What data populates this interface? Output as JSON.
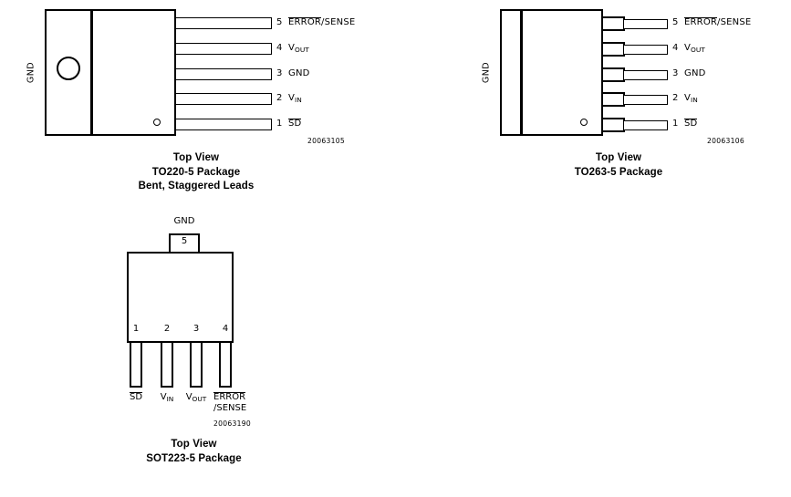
{
  "packages": [
    {
      "id": "to220-5",
      "heat_tab_label": "GND",
      "doc_number": "20063105",
      "caption_lines": [
        "Top View",
        "TO220-5 Package",
        "Bent, Staggered Leads"
      ],
      "pins": [
        {
          "number": "5",
          "name": "ERROR/SENSE",
          "overline_part": "ERROR",
          "plain_part": "/SENSE"
        },
        {
          "number": "4",
          "name": "VOUT",
          "base": "V",
          "subscript": "OUT"
        },
        {
          "number": "3",
          "name": "GND"
        },
        {
          "number": "2",
          "name": "VIN",
          "base": "V",
          "subscript": "IN"
        },
        {
          "number": "1",
          "name": "SD",
          "overline_part": "SD"
        }
      ]
    },
    {
      "id": "to263-5",
      "heat_tab_label": "GND",
      "doc_number": "20063106",
      "caption_lines": [
        "Top View",
        "TO263-5 Package"
      ],
      "pins": [
        {
          "number": "5",
          "name": "ERROR/SENSE",
          "overline_part": "ERROR",
          "plain_part": "/SENSE"
        },
        {
          "number": "4",
          "name": "VOUT",
          "base": "V",
          "subscript": "OUT"
        },
        {
          "number": "3",
          "name": "GND"
        },
        {
          "number": "2",
          "name": "VIN",
          "base": "V",
          "subscript": "IN"
        },
        {
          "number": "1",
          "name": "SD",
          "overline_part": "SD"
        }
      ]
    },
    {
      "id": "sot223-5",
      "tab_label": "GND",
      "tab_number": "5",
      "doc_number": "20063190",
      "caption_lines": [
        "Top View",
        "SOT223-5 Package"
      ],
      "bottom_pins": [
        {
          "number": "1",
          "name": "SD",
          "overline_part": "SD"
        },
        {
          "number": "2",
          "name": "VIN",
          "base": "V",
          "subscript": "IN"
        },
        {
          "number": "3",
          "name": "VOUT",
          "base": "V",
          "subscript": "OUT"
        },
        {
          "number": "4",
          "name": "ERROR/SENSE",
          "overline_part": "ERROR",
          "plain_part": "/SENSE"
        }
      ]
    }
  ],
  "colors": {
    "line": "#000000",
    "background": "#ffffff"
  }
}
